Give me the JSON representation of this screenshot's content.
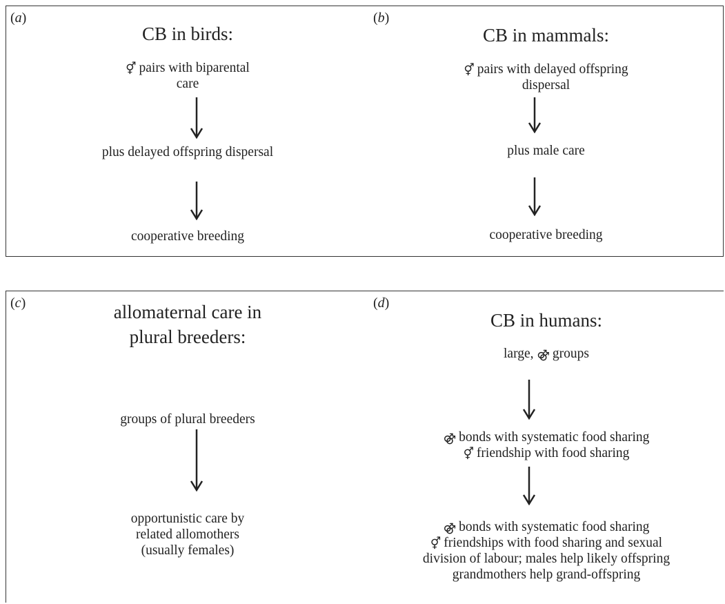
{
  "panels": {
    "a": {
      "tag": "a",
      "title": "CB in birds:",
      "step1_line1": "pairs with biparental",
      "step1_line2": "care",
      "step1_symbol": "⚥",
      "step2": "plus delayed offspring dispersal",
      "step3": "cooperative breeding"
    },
    "b": {
      "tag": "b",
      "title": "CB in mammals:",
      "step1_line1": "pairs with delayed offspring",
      "step1_line2": "dispersal",
      "step1_symbol": "⚥",
      "step2": "plus male care",
      "step3": "cooperative breeding"
    },
    "c": {
      "tag": "c",
      "title_line1": "allomaternal care in",
      "title_line2": "plural breeders:",
      "step1": "groups of plural breeders",
      "step2_line1": "opportunistic care by",
      "step2_line2": "related allomothers",
      "step2_line3": "(usually females)"
    },
    "d": {
      "tag": "d",
      "title": "CB in humans:",
      "step1_prefix": "large,",
      "step1_symbol": "⚣",
      "step1_suffix": "groups",
      "step2_line1_symbol": "⚣",
      "step2_line1": "bonds with systematic food sharing",
      "step2_line2_symbol": "⚥",
      "step2_line2": "friendship with food sharing",
      "step3_line1_symbol": "⚣",
      "step3_line1": "bonds with systematic food sharing",
      "step3_line2_symbol": "⚥",
      "step3_line2": "friendships with food sharing and sexual",
      "step3_line3": "division of labour; males help likely offspring",
      "step3_line4": "grandmothers help grand-offspring"
    }
  }
}
